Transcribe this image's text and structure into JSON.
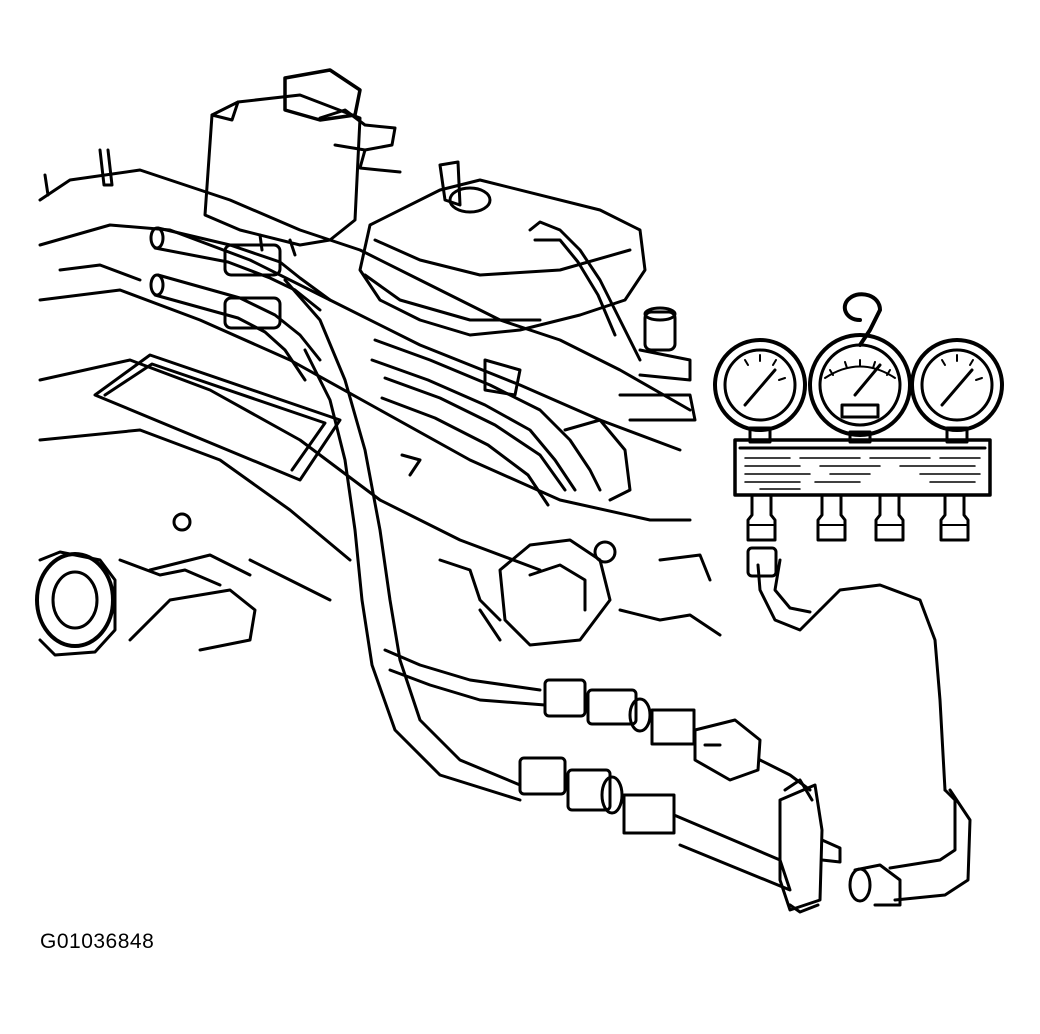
{
  "figure": {
    "id_label": "G01036848"
  },
  "colors": {
    "line": "#000000",
    "background": "#ffffff"
  },
  "gauge_set": {
    "gauges": [
      {
        "name": "left-pressure-gauge",
        "type": "round-dial"
      },
      {
        "name": "center-vacuum-gauge",
        "type": "meter-dial"
      },
      {
        "name": "right-pressure-gauge",
        "type": "round-dial"
      }
    ],
    "hanger": "hook"
  }
}
